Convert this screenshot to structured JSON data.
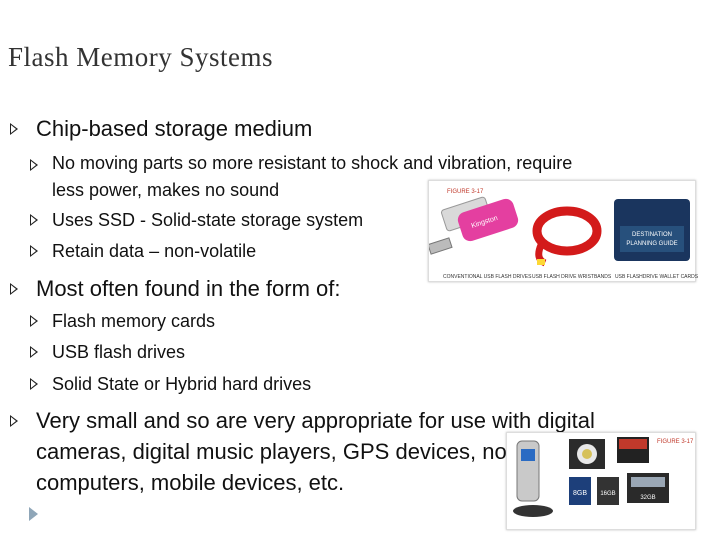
{
  "slide": {
    "title": "Flash Memory Systems",
    "bullets": [
      {
        "text": "Chip-based storage medium",
        "sub": [
          "No moving parts so more resistant to shock and vibration, require less power, makes no sound",
          "Uses SSD - Solid-state storage system",
          "Retain data – non-volatile"
        ]
      },
      {
        "text": "Most often found in the form of:",
        "sub": [
          "Flash memory cards",
          "USB flash drives",
          "Solid State or Hybrid hard drives"
        ]
      },
      {
        "text": "Very small and so are very appropriate for use with digital cameras, digital music players, GPS devices, notebook computers, mobile devices, etc.",
        "sub": []
      }
    ]
  },
  "figure_top": {
    "figure_label": "FIGURE 3-17",
    "captions": [
      "CONVENTIONAL USB FLASH DRIVES",
      "USB FLASH DRIVE WRISTBANDS",
      "USB FLASHDRIVE WALLET CARDS"
    ],
    "card_text": [
      "DESTINATION",
      "PLANNING GUIDE"
    ],
    "drive_brand": "Kingston"
  },
  "figure_bottom": {
    "figure_label": "FIGURE 3-17",
    "card_labels": [
      "8GB",
      "16GB",
      "32GB"
    ]
  }
}
